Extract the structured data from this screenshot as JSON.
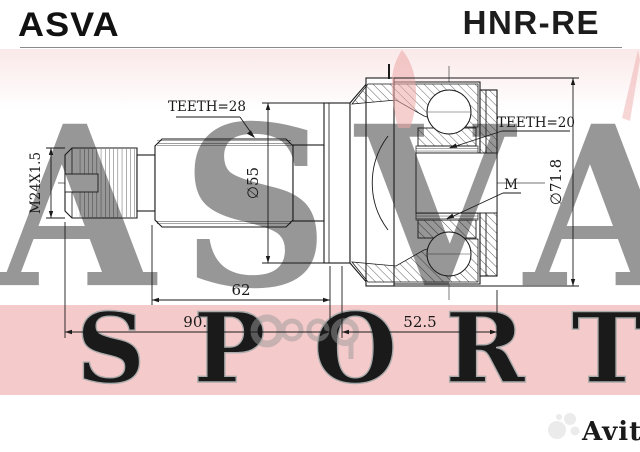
{
  "header": {
    "brand": "ASVA",
    "part_number": "HNR-RE"
  },
  "drawing": {
    "labels": {
      "thread_spec": "M24X1.5",
      "teeth_outer": "TEETH=28",
      "teeth_inner": "TEETH=20",
      "boot_diameter": "∅55",
      "outer_diameter": "∅71.8",
      "spline_marking": "M"
    },
    "dimensions": {
      "spline_section_length": "62",
      "shaft_overall_length": "90.5",
      "housing_length": "52.5"
    }
  },
  "watermarks": {
    "brand_text": "ASVA",
    "sport_text": "SPORT",
    "avito_text": "Avito"
  },
  "colors": {
    "drawing_line": "#1a1a1a",
    "watermark_red": "#e88f8f",
    "band_pink": "#f5caca",
    "sport_gray": "#ababab",
    "avito_gray": "#ebebeb"
  }
}
